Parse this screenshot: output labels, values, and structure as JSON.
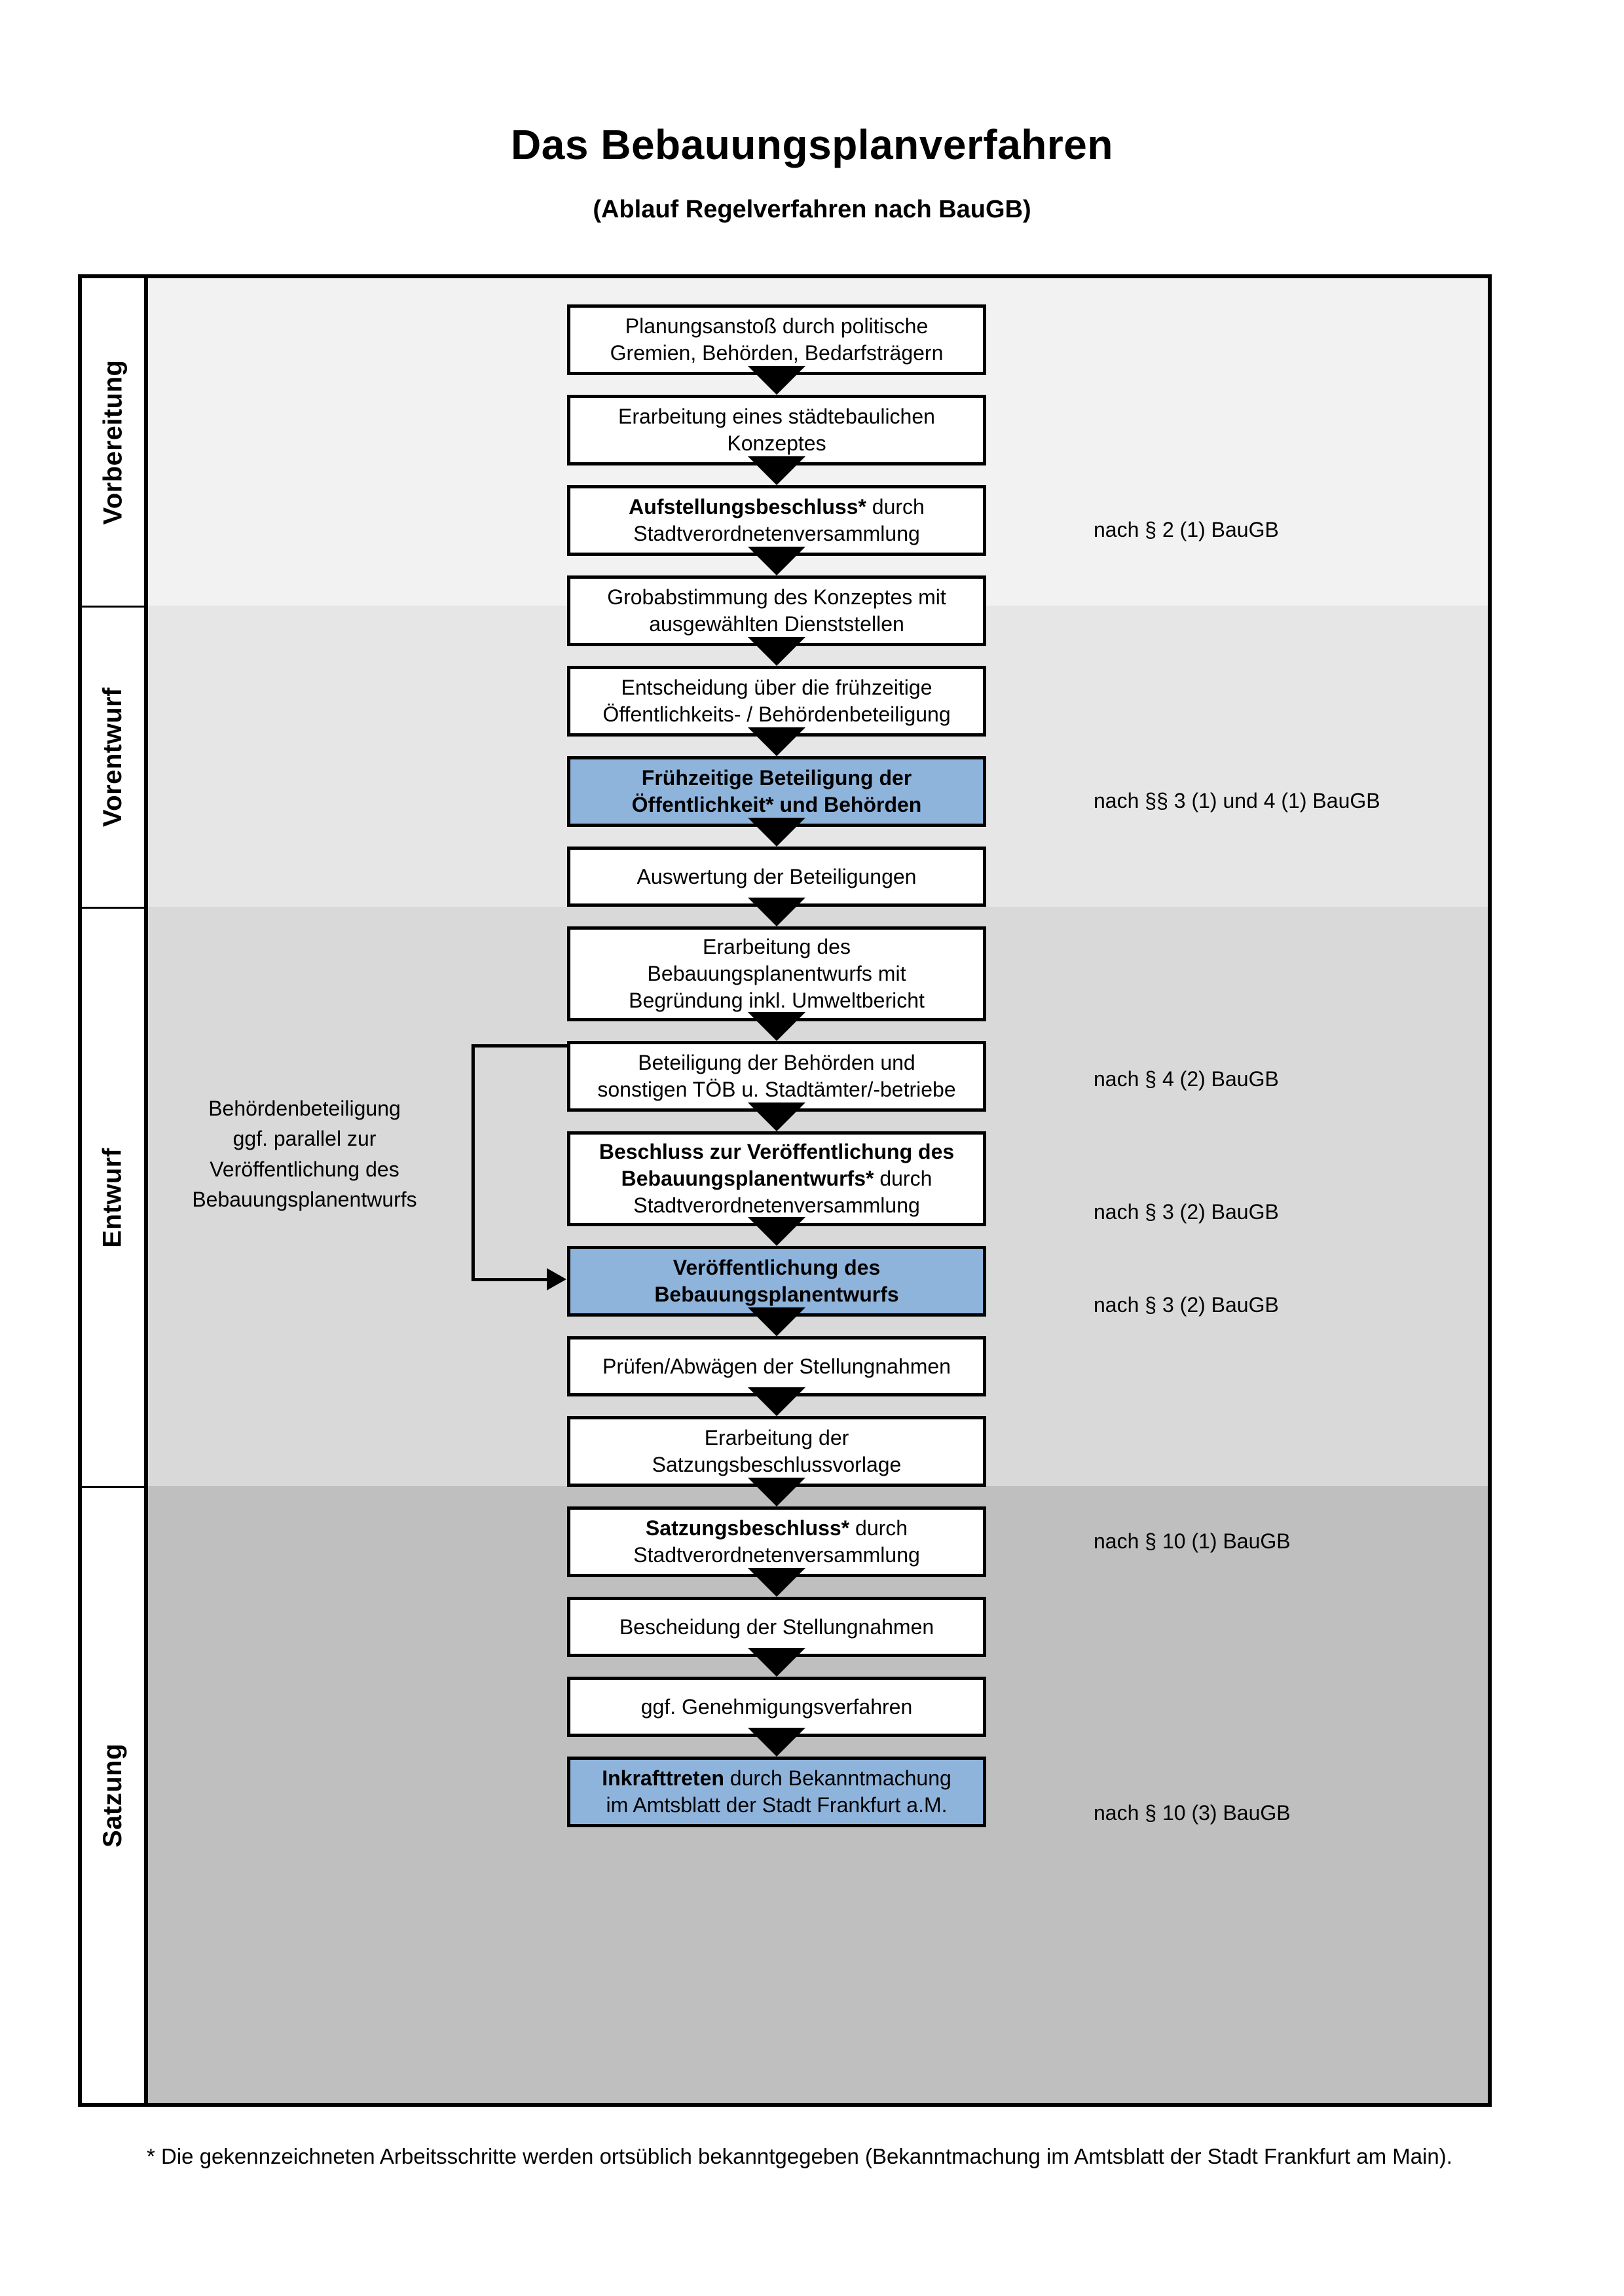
{
  "document": {
    "title": "Das Bebauungsplanverfahren",
    "subtitle": "(Ablauf Regelverfahren nach BauGB)",
    "footnote": "* Die gekennzeichneten Arbeitsschritte werden ortsüblich bekanntgegeben (Bekanntmachung im Amtsblatt  der Stadt Frankfurt am Main)."
  },
  "colors": {
    "highlight_blue": "#8FB4DC",
    "band_vorbereitung": "#F2F2F2",
    "band_vorentwurf": "#E6E6E6",
    "band_entwurf": "#D9D9D9",
    "band_satzung": "#BFBFBF",
    "outline": "#000000"
  },
  "phases": [
    {
      "id": "vorbereitung",
      "label": "Vorbereitung"
    },
    {
      "id": "vorentwurf",
      "label": "Vorentwurf"
    },
    {
      "id": "entwurf",
      "label": "Entwurf"
    },
    {
      "id": "satzung",
      "label": "Satzung"
    }
  ],
  "steps": [
    {
      "id": "planungsanstoss",
      "phase": "vorbereitung",
      "line1": "Planungsanstoß durch politische",
      "line2": "Gremien, Behörden, Bedarfsträgern",
      "bold": false,
      "highlight": false
    },
    {
      "id": "staedtebauliches-konzept",
      "phase": "vorbereitung",
      "line1": "Erarbeitung eines städtebaulichen",
      "line2": "Konzeptes",
      "bold": false,
      "highlight": false
    },
    {
      "id": "aufstellungsbeschluss",
      "phase": "vorbereitung",
      "bold_part": "Aufstellungsbeschluss*",
      "rest_part": " durch",
      "line2": "Stadtverordnetenversammlung",
      "bold": "partial",
      "highlight": false
    },
    {
      "id": "grobabstimmung",
      "phase": "vorentwurf",
      "line1": "Grobabstimmung des Konzeptes mit",
      "line2": "ausgewählten Dienststellen",
      "bold": false,
      "highlight": false
    },
    {
      "id": "entscheidung-fruehzeitige-beteiligung",
      "phase": "vorentwurf",
      "line1": "Entscheidung über die frühzeitige",
      "line2": "Öffentlichkeits- / Behördenbeteiligung",
      "bold": false,
      "highlight": false
    },
    {
      "id": "fruehzeitige-beteiligung",
      "phase": "vorentwurf",
      "line1": "Frühzeitige Beteiligung der",
      "line2": "Öffentlichkeit* und Behörden",
      "bold": true,
      "highlight": true
    },
    {
      "id": "auswertung-beteiligungen",
      "phase": "entwurf",
      "line1": "Auswertung der Beteiligungen",
      "line2": "",
      "bold": false,
      "highlight": false
    },
    {
      "id": "erarbeitung-bplan-entwurf",
      "phase": "entwurf",
      "line1": "Erarbeitung des",
      "line2": "Bebauungsplanentwurfs mit",
      "line3": "Begründung inkl. Umweltbericht",
      "bold": false,
      "highlight": false
    },
    {
      "id": "beteiligung-behoerden-toeb",
      "phase": "entwurf",
      "line1": "Beteiligung der Behörden und",
      "line2": "sonstigen TÖB u. Stadtämter/-betriebe",
      "bold": false,
      "highlight": false
    },
    {
      "id": "beschluss-veroeffentlichung",
      "phase": "entwurf",
      "bold_line1": "Beschluss zur Veröffentlichung des",
      "bold_part": "Bebauungsplanentwurfs*",
      "rest_part": " durch",
      "line3": "Stadtverordnetenversammlung",
      "bold": "partial",
      "highlight": false
    },
    {
      "id": "veroeffentlichung-bplan-entwurf",
      "phase": "entwurf",
      "line1": "Veröffentlichung des",
      "line2": "Bebauungsplanentwurfs",
      "bold": true,
      "highlight": true
    },
    {
      "id": "pruefen-abwaegen",
      "phase": "satzung",
      "line1": "Prüfen/Abwägen der Stellungnahmen",
      "line2": "",
      "bold": false,
      "highlight": false
    },
    {
      "id": "erarbeitung-satzungsbeschlussvorlage",
      "phase": "satzung",
      "line1": "Erarbeitung der",
      "line2": "Satzungsbeschlussvorlage",
      "bold": false,
      "highlight": false
    },
    {
      "id": "satzungsbeschluss",
      "phase": "satzung",
      "bold_part": "Satzungsbeschluss*",
      "rest_part": " durch",
      "line2": "Stadtverordnetenversammlung",
      "bold": "partial",
      "highlight": false
    },
    {
      "id": "bescheidung-stellungnahmen",
      "phase": "satzung",
      "line1": "Bescheidung der Stellungnahmen",
      "line2": "",
      "bold": false,
      "highlight": false
    },
    {
      "id": "genehmigungsverfahren",
      "phase": "satzung",
      "line1": "ggf. Genehmigungsverfahren",
      "line2": "",
      "bold": false,
      "highlight": false
    },
    {
      "id": "inkrafttreten",
      "phase": "satzung",
      "bold_part": "Inkrafttreten",
      "rest_part": " durch Bekanntmachung",
      "line2": "im Amtsblatt der Stadt Frankfurt a.M.",
      "bold": "partial",
      "highlight": true
    }
  ],
  "side_note": {
    "line1": "Behördenbeteiligung",
    "line2": "ggf. parallel zur",
    "line3": "Veröffentlichung des",
    "line4": "Bebauungsplanentwurfs"
  },
  "law_references": [
    {
      "id": "ref-par2-1",
      "text": "nach § 2 (1) BauGB"
    },
    {
      "id": "ref-par3-1-4-1",
      "text": "nach §§ 3 (1) und 4 (1) BauGB"
    },
    {
      "id": "ref-par4-2",
      "text": "nach § 4 (2) BauGB"
    },
    {
      "id": "ref-par3-2-a",
      "text": "nach § 3 (2) BauGB"
    },
    {
      "id": "ref-par3-2-b",
      "text": "nach § 3 (2) BauGB"
    },
    {
      "id": "ref-par10-1",
      "text": "nach § 10 (1) BauGB"
    },
    {
      "id": "ref-par10-3",
      "text": "nach § 10 (3) BauGB"
    }
  ]
}
